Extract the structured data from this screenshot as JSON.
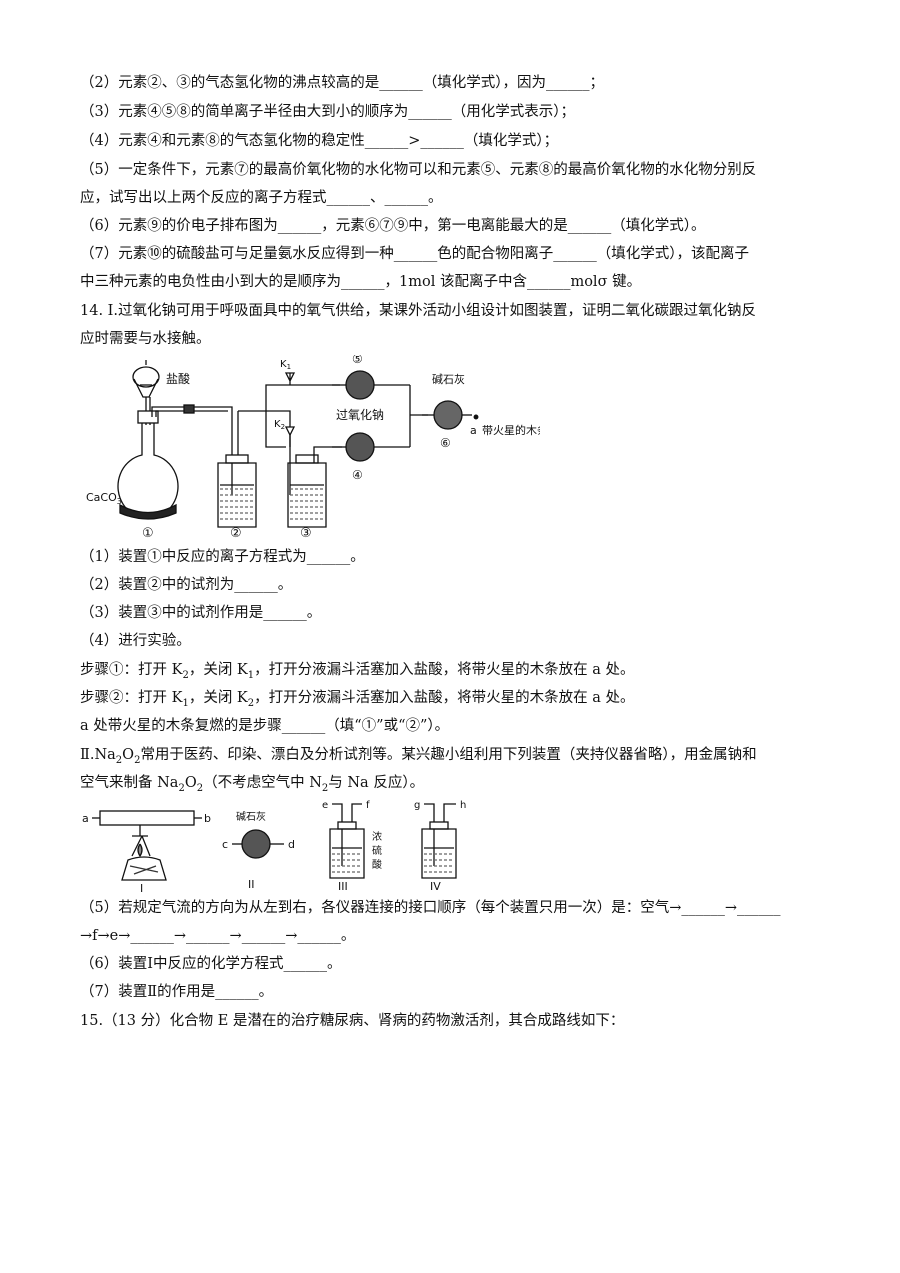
{
  "lines": [
    "（2）元素②、③的气态氢化物的沸点较高的是______（填化学式），因为______；",
    "（3）元素④⑤⑧的简单离子半径由大到小的顺序为______（用化学式表示）；",
    "（4）元素④和元素⑧的气态氢化物的稳定性______>______（填化学式）；",
    "（5）一定条件下，元素⑦的最高价氧化物的水化物可以和元素⑤、元素⑧的最高价氧化物的水化物分别反",
    "应，试写出以上两个反应的离子方程式______、______。",
    "（6）元素⑨的价电子排布图为______，元素⑥⑦⑨中，第一电离能最大的是______（填化学式）。",
    "（7）元素⑩的硫酸盐可与足量氨水反应得到一种______色的配合物阳离子______（填化学式），该配离子",
    "中三种元素的电负性由小到大的是顺序为______，1mol 该配离子中含______molσ 键。",
    "14. Ⅰ.过氧化钠可用于呼吸面具中的氧气供给，某课外活动小组设计如图装置，证明二氧化碳跟过氧化钠反",
    "应时需要与水接触。"
  ],
  "q14a": [
    "（1）装置①中反应的离子方程式为______。",
    "（2）装置②中的试剂为______。",
    "（3）装置③中的试剂作用是______。",
    "（4）进行实验。"
  ],
  "steps": {
    "s1_a": "步骤①：打开 K",
    "s1_b": "，关闭 K",
    "s1_c": "，打开分液漏斗活塞加入盐酸，将带火星的木条放在 a 处。",
    "s2_a": "步骤②：打开 K",
    "s2_b": "，关闭 K",
    "s2_c": "，打开分液漏斗活塞加入盐酸，将带火星的木条放在 a 处。",
    "sub1": "1",
    "sub2": "2",
    "result": "a 处带火星的木条复燃的是步骤______（填“①”或“②”）。"
  },
  "part2": {
    "l1_a": "Ⅱ.Na",
    "l1_b": "O",
    "l1_c": "常用于医药、印染、漂白及分析试剂等。某兴趣小组利用下列装置（夹持仪器省略），用金属钠和",
    "l2_a": "空气来制备 Na",
    "l2_b": "O",
    "l2_c": "（不考虑空气中 N",
    "l2_d": "与 Na 反应）。",
    "two": "2"
  },
  "q14b": [
    "（5）若规定气流的方向为从左到右，各仪器连接的接口顺序（每个装置只用一次）是：空气→______→______",
    "→f→e→______→______→______→______。",
    "（6）装置Ⅰ中反应的化学方程式______。",
    "（7）装置Ⅱ的作用是______。",
    "15.（13 分）化合物 E 是潜在的治疗糖尿病、肾病的药物激活剂，其合成路线如下："
  ],
  "fig1": {
    "hcl": "盐酸",
    "caco3_a": "CaCO",
    "caco3_b": "3",
    "k1_a": "K",
    "k1_b": "1",
    "k2_a": "K",
    "k2_b": "2",
    "na2o2": "过氧化钠",
    "soda_lime": "碱石灰",
    "a_label": "a",
    "splint": "带火星的木条",
    "n1": "①",
    "n2": "②",
    "n3": "③",
    "n4": "④",
    "n5": "⑤",
    "n6": "⑥"
  },
  "fig2": {
    "a": "a",
    "b": "b",
    "c": "c",
    "d": "d",
    "e": "e",
    "f": "f",
    "g": "g",
    "h": "h",
    "soda_lime": "碱石灰",
    "acid_1": "浓",
    "acid_2": "硫",
    "acid_3": "酸",
    "r1": "I",
    "r2": "II",
    "r3": "III",
    "r4": "IV"
  }
}
